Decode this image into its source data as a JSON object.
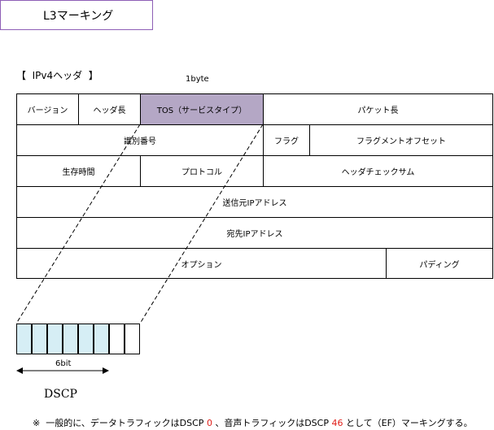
{
  "title": "L3マーキング",
  "heading": "【  IPv4ヘッダ  】",
  "byte_label": "1byte",
  "header_rows": [
    [
      "バージョン",
      "ヘッダ長",
      "TOS（サービスタイプ）",
      "パケット長"
    ],
    [
      "識別番号",
      "フラグ",
      "フラグメントオフセット"
    ],
    [
      "生存時間",
      "プロトコル",
      "ヘッダチェックサム"
    ],
    [
      "送信元IPアドレス"
    ],
    [
      "宛先IPアドレス"
    ],
    [
      "オプション",
      "パディング"
    ]
  ],
  "highlighted_field": "TOS（サービスタイプ）",
  "tos_bits": {
    "total": 8,
    "dscp_bits": 6,
    "dscp_color": "#d6eef5"
  },
  "bits_label": "6bit",
  "dscp_label": "DSCP",
  "note": {
    "prefix": "※  一般的に、データトラフィックはDSCP ",
    "data_value": "0",
    "middle": " 、音声トラフィックはDSCP ",
    "voice_value": "46",
    "suffix": " として（EF）マーキングする。"
  },
  "colors": {
    "title_border": "#8e5fb6",
    "tos_fill": "#b4a7c5",
    "note_highlight": "#e0201b"
  }
}
